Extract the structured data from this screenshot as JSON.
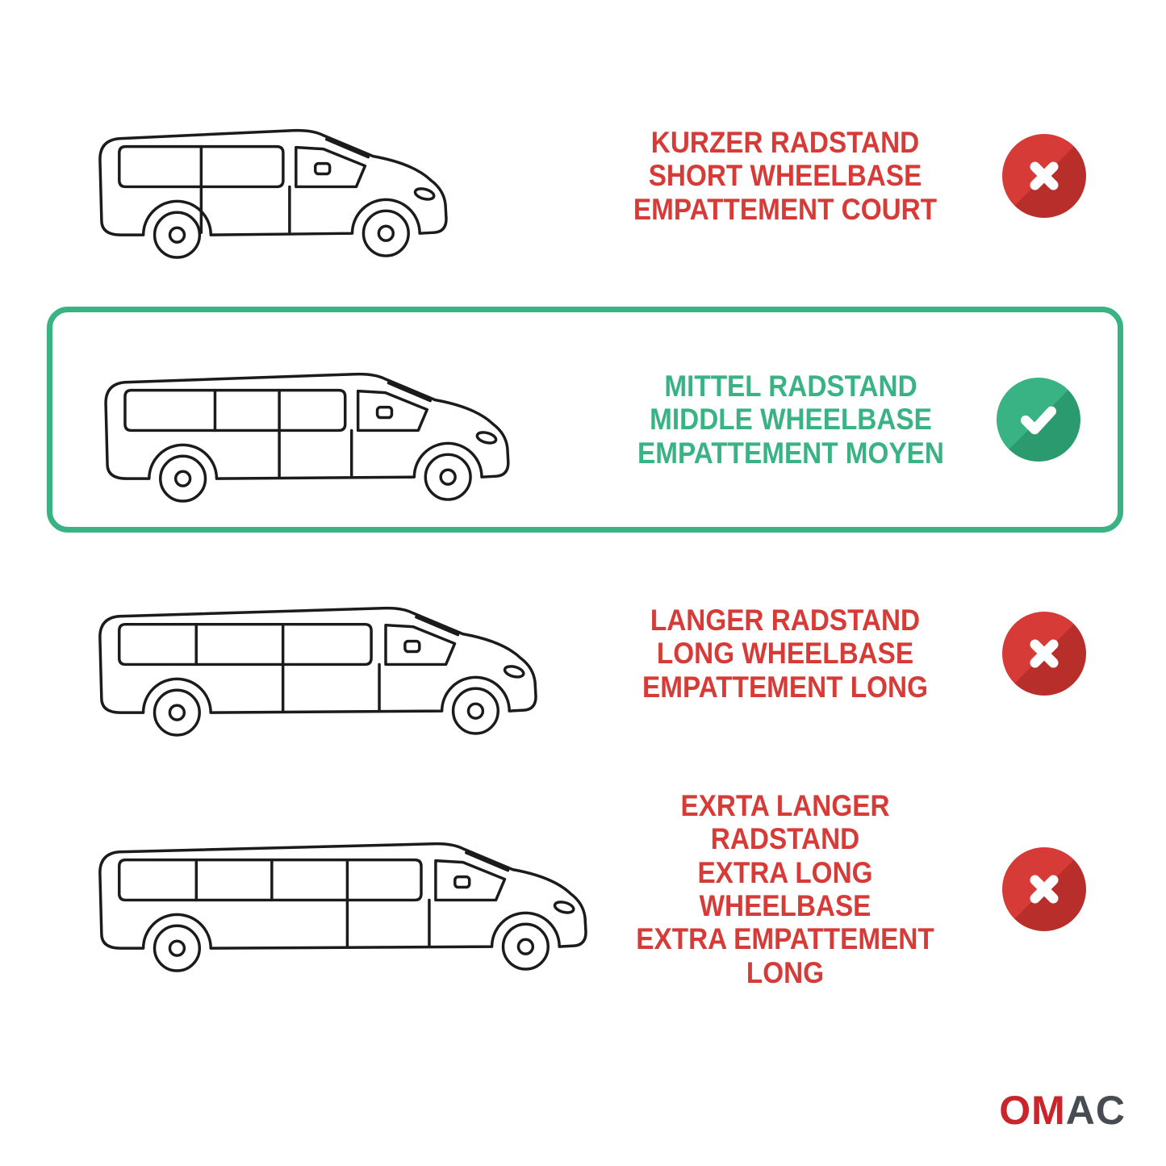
{
  "rows": [
    {
      "van": "short",
      "status": "rejected",
      "label_lines": [
        "KURZER RADSTAND",
        "SHORT WHEELBASE",
        "EMPATTEMENT COURT"
      ]
    },
    {
      "van": "middle",
      "status": "accepted",
      "label_lines": [
        "MITTEL RADSTAND",
        "MIDDLE WHEELBASE",
        "EMPATTEMENT MOYEN"
      ]
    },
    {
      "van": "long",
      "status": "rejected",
      "label_lines": [
        "LANGER RADSTAND",
        "LONG WHEELBASE",
        "EMPATTEMENT LONG"
      ]
    },
    {
      "van": "xlong",
      "status": "rejected",
      "label_lines": [
        "EXRTA LANGER RADSTAND",
        "EXTRA LONG WHEELBASE",
        "EXTRA EMPATTEMENT LONG"
      ]
    }
  ],
  "colors": {
    "red": "#d63b37",
    "red_dark": "#b82e2b",
    "green": "#39b284",
    "green_dark": "#2b9a6e",
    "van_line": "#1b1b1b",
    "logo_red": "#c9252b",
    "logo_dark": "#474c52"
  },
  "logo": {
    "left": "OM",
    "right": "AC"
  }
}
